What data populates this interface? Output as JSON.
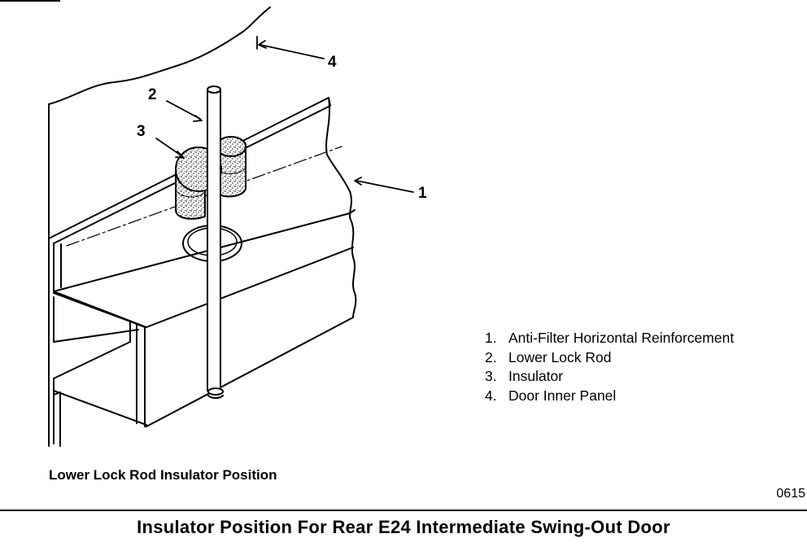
{
  "callouts": {
    "c1": "1",
    "c2": "2",
    "c3": "3",
    "c4": "4"
  },
  "legend": [
    {
      "num": "1.",
      "text": "Anti-Filter Horizontal Reinforcement"
    },
    {
      "num": "2.",
      "text": "Lower Lock Rod"
    },
    {
      "num": "3.",
      "text": "Insulator"
    },
    {
      "num": "4.",
      "text": "Door Inner Panel"
    }
  ],
  "caption": "Lower Lock Rod Insulator Position",
  "figure_number": "0615",
  "title": "Insulator Position For Rear E24 Intermediate Swing-Out Door",
  "colors": {
    "ink": "#000000",
    "paper": "#ffffff"
  }
}
